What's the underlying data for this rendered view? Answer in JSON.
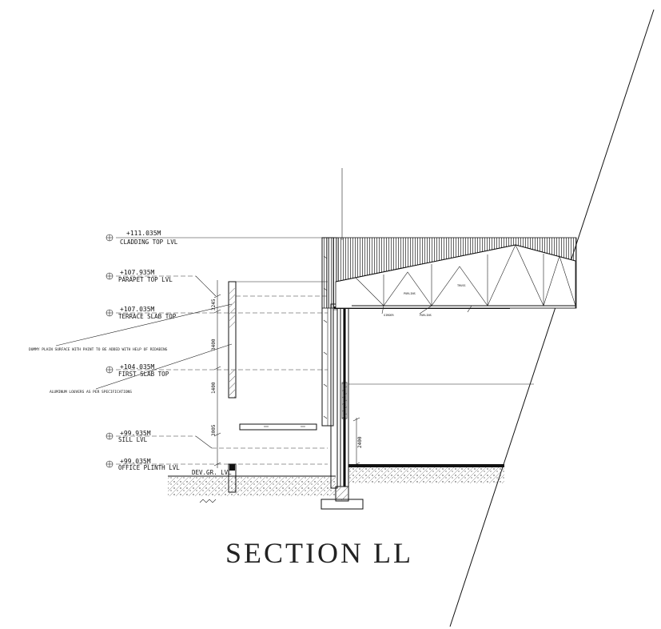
{
  "title": "SECTION  LL",
  "levels": [
    {
      "id": "cladding-top",
      "value": "+111.035M",
      "label": "CLADDING TOP LVL"
    },
    {
      "id": "parapet-top",
      "value": "+107.935M",
      "label": "PARAPET TOP LVL"
    },
    {
      "id": "terrace-slab",
      "value": "+107.035M",
      "label": "TERRACE SLAB TOP"
    },
    {
      "id": "first-slab",
      "value": "+104.035M",
      "label": "FIRST SLAB TOP"
    },
    {
      "id": "sill",
      "value": "+99.935M",
      "label": "SILL LVL"
    },
    {
      "id": "office-plinth",
      "value": "+99.035M",
      "label": "OFFICE PLINTH LVL"
    }
  ],
  "ground_label": "DEV.GR. LVL",
  "notes": {
    "dummy_plain": "DUMMY PLAIN SURFACE WITH PAINT TO BE ADDED WITH HELP OF RIDABING",
    "louvers": "ALUMINUM LOUVERS AS PER SPECIFICATIONS"
  },
  "dimensions": {
    "top": "3245",
    "upper": "3400",
    "middle": "1400",
    "lower": "3005",
    "inside": "2400"
  },
  "truss_labels": [
    "PURLINS",
    "TRUSS",
    "GIRDER",
    "PURLINS"
  ]
}
